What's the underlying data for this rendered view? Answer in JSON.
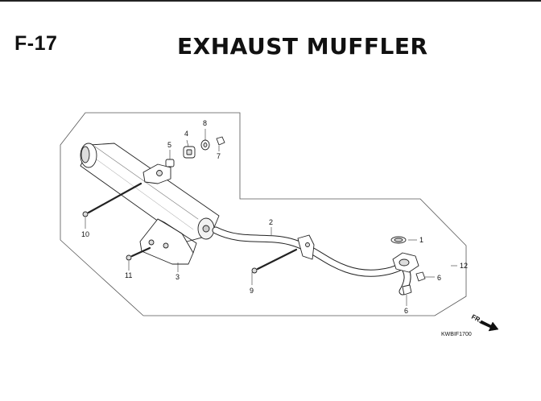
{
  "header": {
    "code": "F-17",
    "title": "EXHAUST MUFFLER"
  },
  "diagram": {
    "callouts": {
      "c1": "1",
      "c2": "2",
      "c3": "3",
      "c4": "4",
      "c5": "5",
      "c6a": "6",
      "c6b": "6",
      "c7": "7",
      "c8": "8",
      "c9": "9",
      "c10": "10",
      "c11": "11",
      "c12": "12"
    },
    "direction_label": "FR.",
    "reference_code": "KWBIF1700"
  }
}
